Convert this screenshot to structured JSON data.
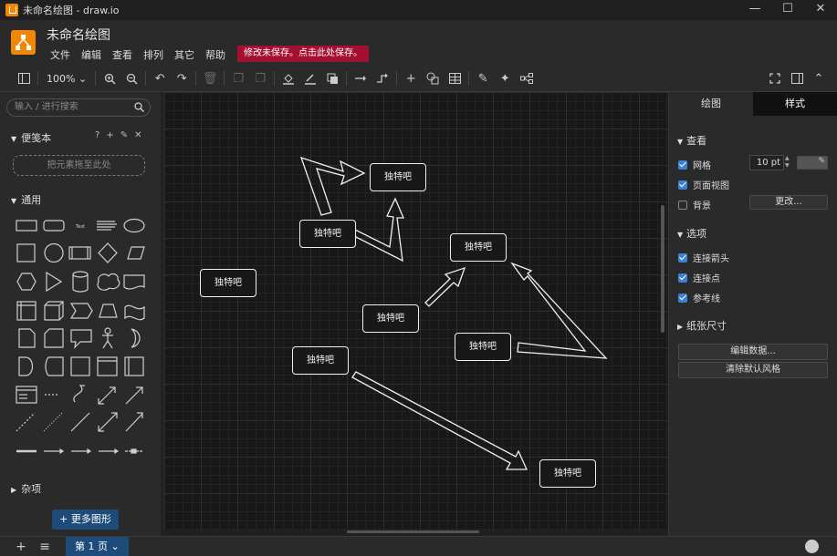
{
  "window": {
    "title": "未命名绘图 - draw.io",
    "controls": [
      "—",
      "☐",
      "✕"
    ]
  },
  "header": {
    "doc_title": "未命名绘图",
    "menus": [
      "文件",
      "编辑",
      "查看",
      "排列",
      "其它",
      "帮助"
    ],
    "unsaved_notice": "修改未保存。点击此处保存。"
  },
  "toolbar": {
    "zoom": "100%",
    "zoom_in_icon": "zoom-in-icon",
    "zoom_out_icon": "zoom-out-icon"
  },
  "left_panel": {
    "search_placeholder": "输入 / 进行搜索",
    "scratchpad_title": "便笺本",
    "scratchpad_tools": [
      "?",
      "+",
      "✎",
      "✕"
    ],
    "dropzone_text": "把元素拖至此处",
    "general_title": "通用",
    "misc_title": "杂项",
    "more_shapes": "+ 更多图形",
    "shape_text_label": "Text"
  },
  "canvas": {
    "nodes": [
      {
        "label": "独特吧"
      },
      {
        "label": "独特吧"
      },
      {
        "label": "独特吧"
      },
      {
        "label": "独特吧"
      },
      {
        "label": "独特吧"
      },
      {
        "label": "独特吧"
      },
      {
        "label": "独特吧"
      },
      {
        "label": "独特吧"
      }
    ]
  },
  "right_panel": {
    "tabs": [
      "绘图",
      "样式"
    ],
    "view_section": "查看",
    "grid_label": "网格",
    "grid_size": "10 pt",
    "page_view_label": "页面视图",
    "background_label": "背景",
    "background_change": "更改...",
    "options_section": "选项",
    "connection_arrows": "连接箭头",
    "connection_points": "连接点",
    "guides": "参考线",
    "paper_size_section": "纸张尺寸",
    "edit_data": "编辑数据...",
    "clear_default_style": "清除默认风格"
  },
  "footer": {
    "page_tab": "第 1 页"
  },
  "colors": {
    "accent": "#f08705",
    "unsaved": "#a4102f",
    "primary_button": "#1d4c7a",
    "canvas_bg": "#181818"
  }
}
